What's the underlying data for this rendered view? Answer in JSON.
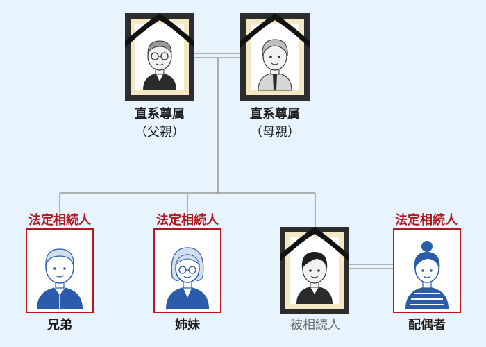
{
  "diagram": {
    "father": {
      "role": "直系尊属",
      "relation": "（父親）"
    },
    "mother": {
      "role": "直系尊属",
      "relation": "（母親）"
    },
    "brother": {
      "heir_label": "法定相続人",
      "name": "兄弟"
    },
    "sister": {
      "heir_label": "法定相続人",
      "name": "姉妹"
    },
    "deceased": {
      "name": "被相続人"
    },
    "spouse": {
      "heir_label": "法定相続人",
      "name": "配偶者"
    }
  },
  "colors": {
    "background": "#e7f3fd",
    "heir_red": "#b5161f",
    "frame_dark": "#2d2d2d",
    "mat_gold": "#f4e7c4",
    "line_grey": "#8a8a8a",
    "person_blue": "#2a5cab"
  },
  "icons": {
    "father": "elderly-man-icon",
    "mother": "elderly-woman-icon",
    "brother": "old-man-icon",
    "sister": "old-woman-icon",
    "deceased": "man-icon",
    "spouse": "woman-icon"
  }
}
